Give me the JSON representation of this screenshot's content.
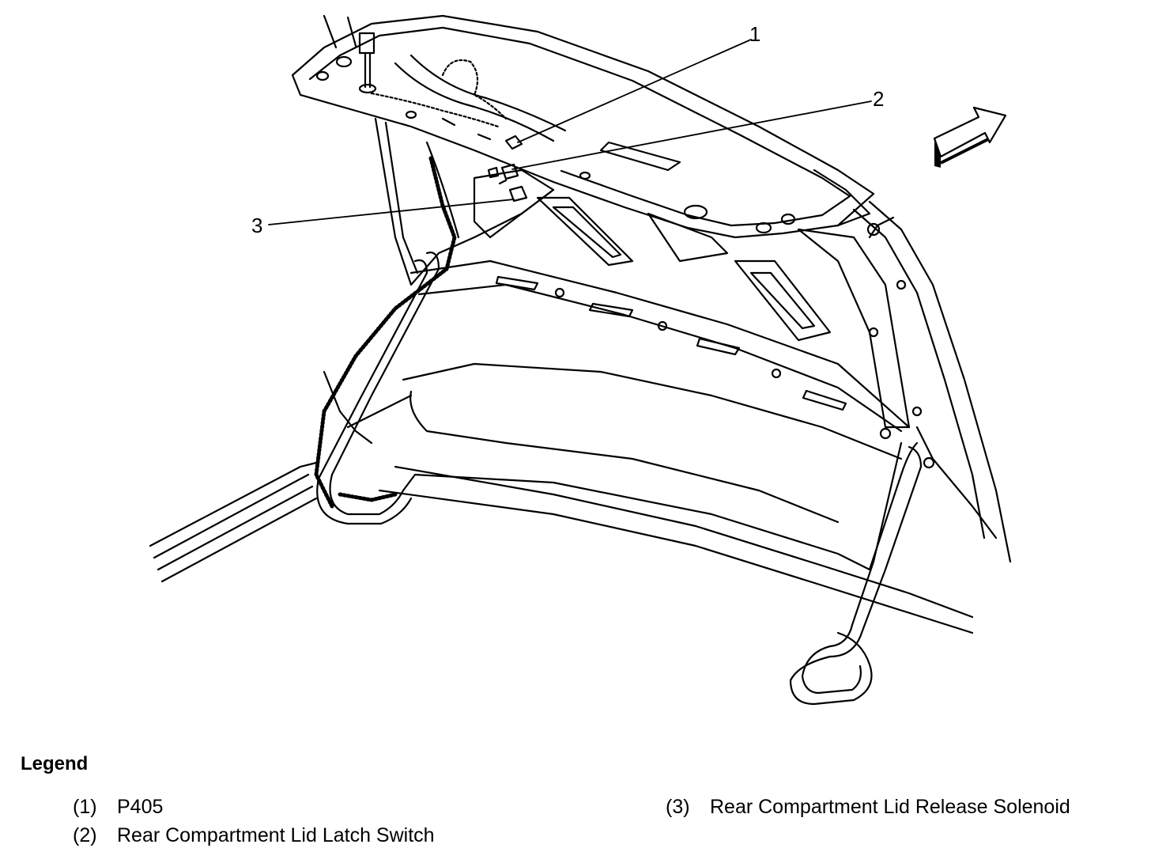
{
  "callouts": [
    "1",
    "2",
    "3"
  ],
  "legend": {
    "title": "Legend",
    "items": [
      {
        "number": "(1)",
        "label": "P405"
      },
      {
        "number": "(2)",
        "label": "Rear Compartment Lid Latch Switch"
      },
      {
        "number": "(3)",
        "label": "Rear Compartment Lid Release Solenoid"
      }
    ]
  },
  "icons": {
    "direction_arrow": "forward-arrow-icon"
  }
}
